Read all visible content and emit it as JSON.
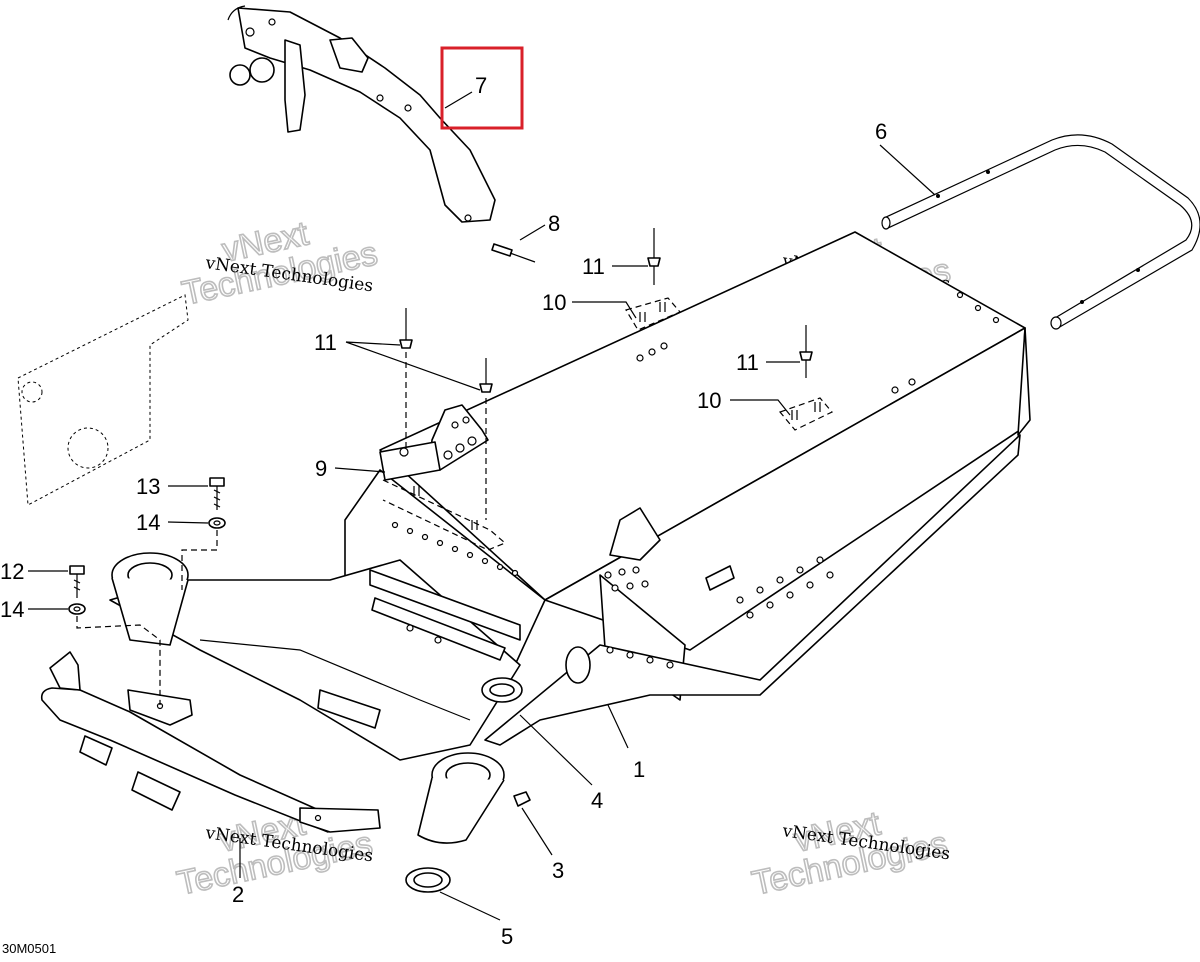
{
  "diagram": {
    "drawing_code": "30M0501",
    "watermark_small": "vNext Technologies",
    "watermark_line1": "vNext",
    "watermark_line2": "Technologies",
    "highlight_color": "#d9202a",
    "callouts": {
      "c1": "1",
      "c2": "2",
      "c3": "3",
      "c4": "4",
      "c5": "5",
      "c6": "6",
      "c7": "7",
      "c8": "8",
      "c9": "9",
      "c10a": "10",
      "c10b": "10",
      "c11a": "11",
      "c11b": "11",
      "c11c": "11",
      "c12": "12",
      "c13": "13",
      "c14a": "14",
      "c14b": "14"
    }
  }
}
